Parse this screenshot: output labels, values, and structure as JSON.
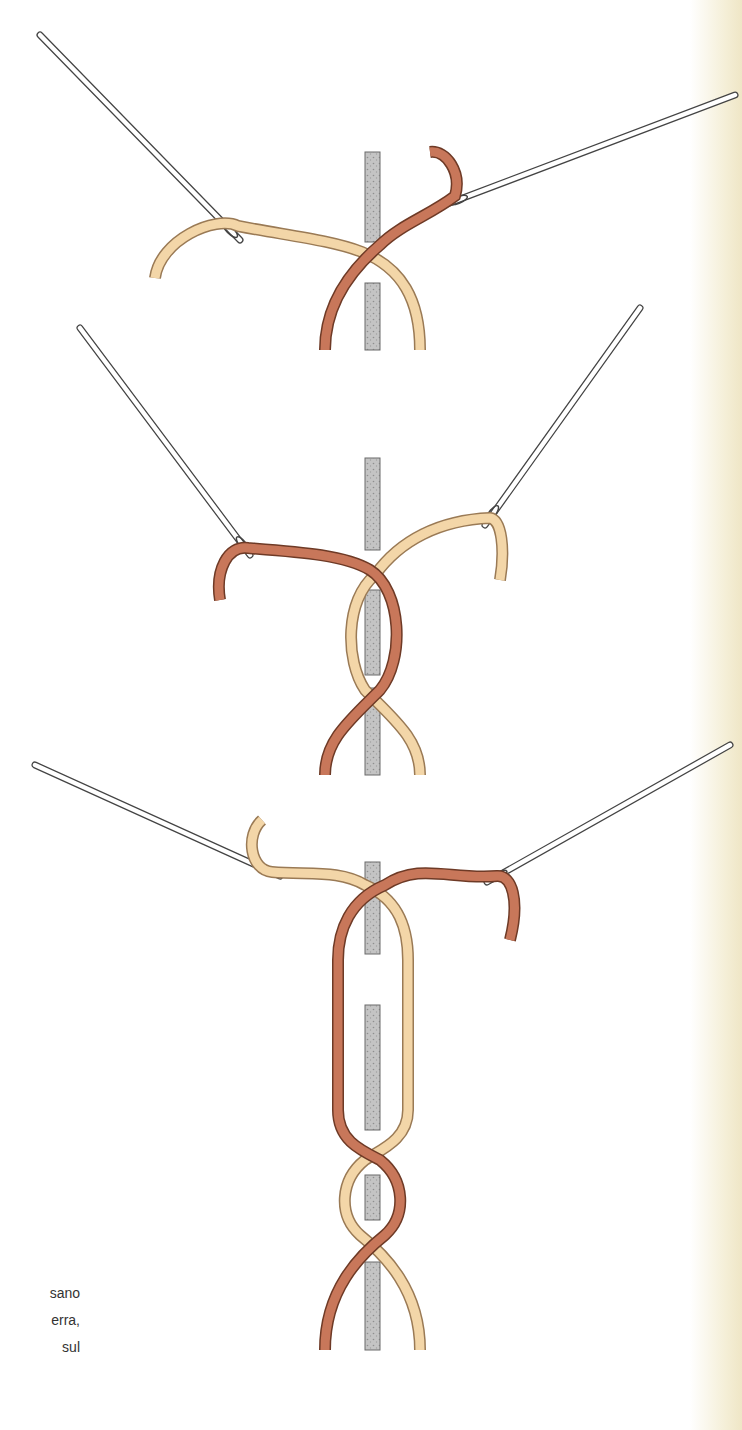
{
  "diagram": {
    "labels": [
      "sano",
      "erra,",
      "sul"
    ]
  }
}
